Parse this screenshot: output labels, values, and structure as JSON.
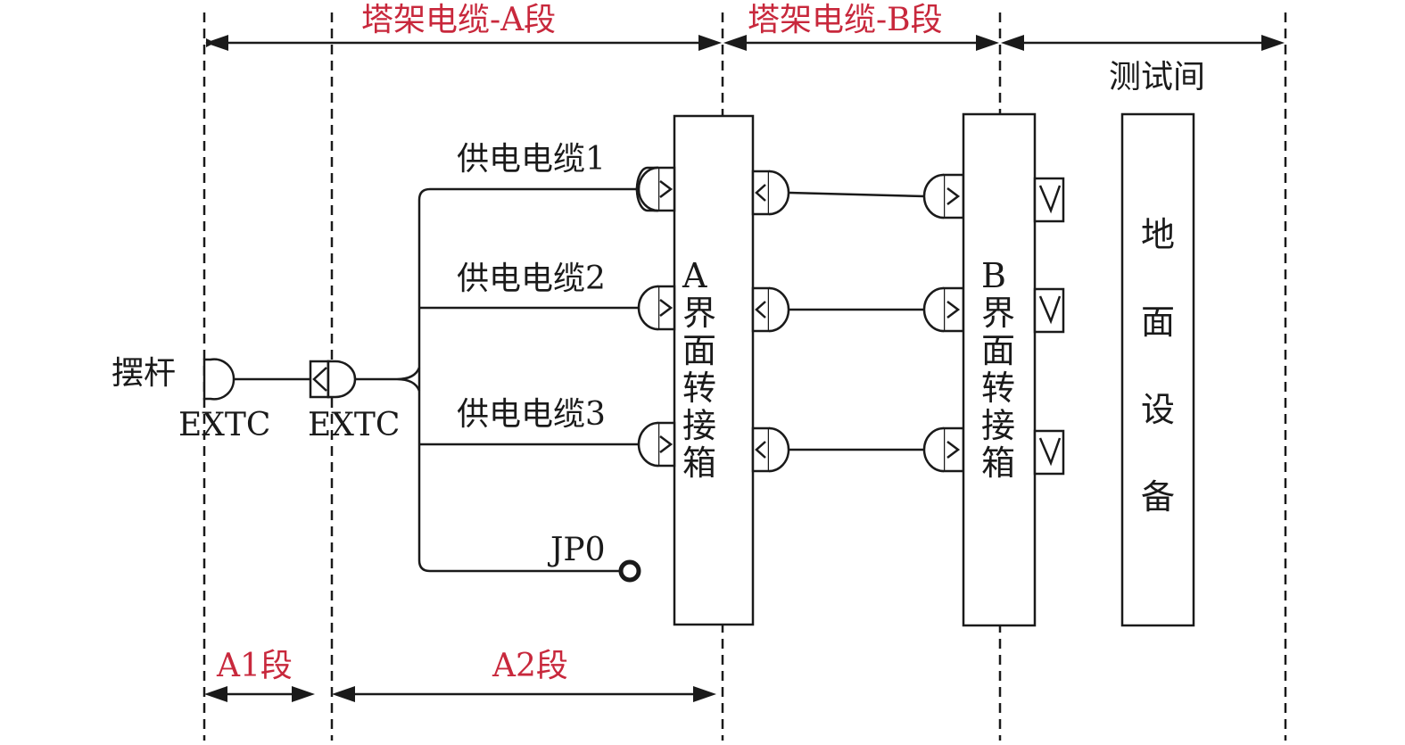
{
  "segments": {
    "tower_a": "塔架电缆-A段",
    "tower_b": "塔架电缆-B段",
    "test_room": "测试间",
    "a1": "A1段",
    "a2": "A2段"
  },
  "labels": {
    "swing_rod": "摆杆",
    "extc_left": "EXTC",
    "extc_right": "EXTC",
    "cable1": "供电电缆1",
    "cable2": "供电电缆2",
    "cable3": "供电电缆3",
    "jp0": "JP0"
  },
  "boxes": {
    "a_box": [
      "A",
      "界",
      "面",
      "转",
      "接",
      "箱"
    ],
    "b_box": [
      "B",
      "界",
      "面",
      "转",
      "接",
      "箱"
    ],
    "ground": [
      "地",
      "面",
      "设",
      "备"
    ]
  },
  "colors": {
    "red": "#c8283c",
    "line": "#1a1a1a"
  }
}
